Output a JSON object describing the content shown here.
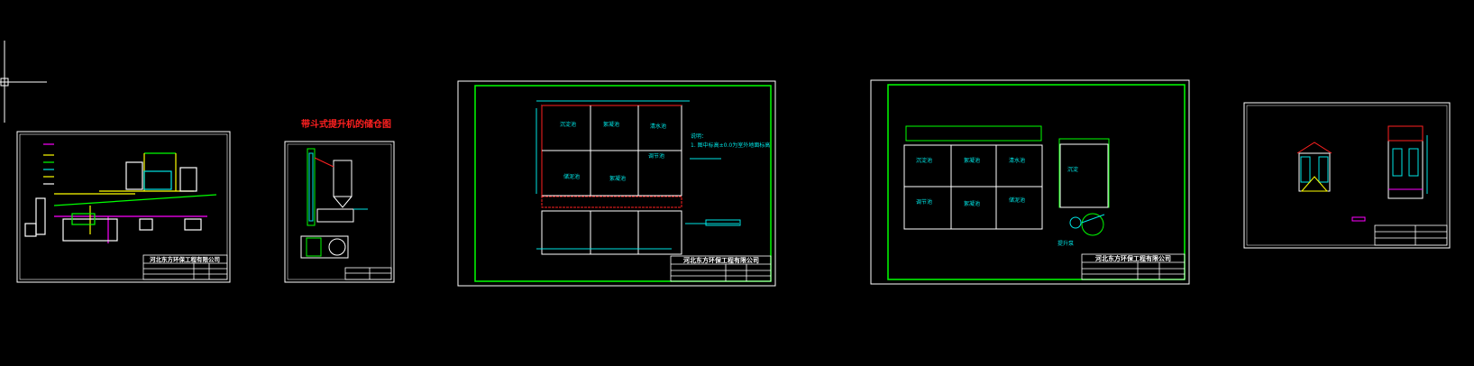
{
  "colors": {
    "background": "#000000",
    "frame": "#ffffff",
    "inner_frame": "#00ff00",
    "annotation": "#00e5e5",
    "title_red": "#ff2020",
    "accent_magenta": "#ff00ff",
    "accent_yellow": "#ffff00"
  },
  "crosshair": {
    "icon": "cad-crosshair-cursor"
  },
  "sheets": [
    {
      "id": "sheet-1",
      "title_block": "河北东方环保工程有限公司"
    },
    {
      "id": "sheet-2",
      "caption": "带斗式提升机的储仓图"
    },
    {
      "id": "sheet-3",
      "title_block": "河北东方环保工程有限公司",
      "note_heading": "说明：",
      "note_text": "1. 图中标高±0.0为室外地面标高",
      "tank_labels": [
        "沉淀池",
        "絮凝池",
        "清水池",
        "絮凝池",
        "调节池",
        "储泥池"
      ]
    },
    {
      "id": "sheet-4",
      "title_block": "河北东方环保工程有限公司",
      "tank_labels": [
        "沉淀池",
        "絮凝池",
        "清水池",
        "调节池",
        "絮凝池",
        "储泥池"
      ],
      "right_box_label": "沉淀",
      "pump_label": "提升泵"
    },
    {
      "id": "sheet-5"
    }
  ]
}
